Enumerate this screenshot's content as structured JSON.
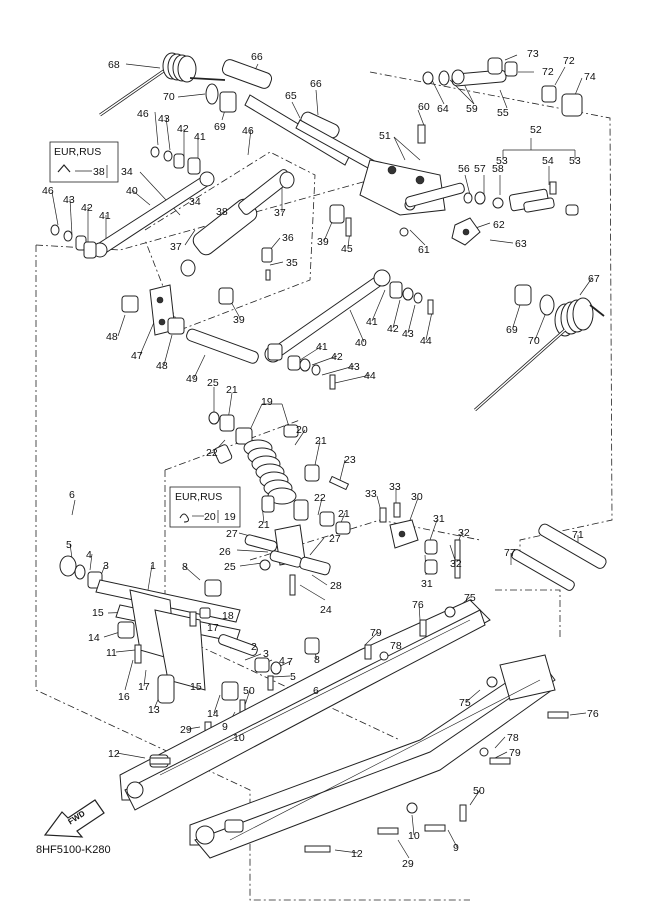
{
  "diagram_code": "8HF5100-K280",
  "fwd_badge": "FWD",
  "box_top_left": {
    "region": "EUR,RUS",
    "ref_a": "38",
    "ref_b": "34"
  },
  "box_mid": {
    "region": "EUR,RUS",
    "ref_a": "20",
    "ref_b": "19"
  },
  "callouts": [
    {
      "id": "c68a",
      "text": "68"
    },
    {
      "id": "c66a",
      "text": "66"
    },
    {
      "id": "c66b",
      "text": "66"
    },
    {
      "id": "c70a",
      "text": "70"
    },
    {
      "id": "c69a",
      "text": "69"
    },
    {
      "id": "c65",
      "text": "65"
    },
    {
      "id": "c73",
      "text": "73"
    },
    {
      "id": "c72a",
      "text": "72"
    },
    {
      "id": "c72b",
      "text": "72"
    },
    {
      "id": "c74",
      "text": "74"
    },
    {
      "id": "c64",
      "text": "64"
    },
    {
      "id": "c59",
      "text": "59"
    },
    {
      "id": "c55",
      "text": "55"
    },
    {
      "id": "c60",
      "text": "60"
    },
    {
      "id": "c51",
      "text": "51"
    },
    {
      "id": "c52",
      "text": "52"
    },
    {
      "id": "c53a",
      "text": "53"
    },
    {
      "id": "c53b",
      "text": "53"
    },
    {
      "id": "c54",
      "text": "54"
    },
    {
      "id": "c56",
      "text": "56"
    },
    {
      "id": "c57",
      "text": "57"
    },
    {
      "id": "c58",
      "text": "58"
    },
    {
      "id": "c62",
      "text": "62"
    },
    {
      "id": "c63",
      "text": "63"
    },
    {
      "id": "c61",
      "text": "61"
    },
    {
      "id": "c46a",
      "text": "46"
    },
    {
      "id": "c43a",
      "text": "43"
    },
    {
      "id": "c42a",
      "text": "42"
    },
    {
      "id": "c41a",
      "text": "41"
    },
    {
      "id": "c46b",
      "text": "46"
    },
    {
      "id": "c46c",
      "text": "46"
    },
    {
      "id": "c43b",
      "text": "43"
    },
    {
      "id": "c42b",
      "text": "42"
    },
    {
      "id": "c41b",
      "text": "41"
    },
    {
      "id": "c40a",
      "text": "40"
    },
    {
      "id": "c34",
      "text": "34"
    },
    {
      "id": "c38",
      "text": "38"
    },
    {
      "id": "c37a",
      "text": "37"
    },
    {
      "id": "c37b",
      "text": "37"
    },
    {
      "id": "c36",
      "text": "36"
    },
    {
      "id": "c35",
      "text": "35"
    },
    {
      "id": "c39a",
      "text": "39"
    },
    {
      "id": "c39b",
      "text": "39"
    },
    {
      "id": "c45",
      "text": "45"
    },
    {
      "id": "c67",
      "text": "67"
    },
    {
      "id": "c69b",
      "text": "69"
    },
    {
      "id": "c70b",
      "text": "70"
    },
    {
      "id": "c48a",
      "text": "48"
    },
    {
      "id": "c47",
      "text": "47"
    },
    {
      "id": "c48b",
      "text": "48"
    },
    {
      "id": "c49",
      "text": "49"
    },
    {
      "id": "c40b",
      "text": "40"
    },
    {
      "id": "c41c",
      "text": "41"
    },
    {
      "id": "c42c",
      "text": "42"
    },
    {
      "id": "c43c",
      "text": "43"
    },
    {
      "id": "c44a",
      "text": "44"
    },
    {
      "id": "c41d",
      "text": "41"
    },
    {
      "id": "c42d",
      "text": "42"
    },
    {
      "id": "c43d",
      "text": "43"
    },
    {
      "id": "c44b",
      "text": "44"
    },
    {
      "id": "c25a",
      "text": "25"
    },
    {
      "id": "c21a",
      "text": "21"
    },
    {
      "id": "c19",
      "text": "19"
    },
    {
      "id": "c20",
      "text": "20"
    },
    {
      "id": "c21b",
      "text": "21"
    },
    {
      "id": "c22a",
      "text": "22"
    },
    {
      "id": "c23",
      "text": "23"
    },
    {
      "id": "c6a",
      "text": "6"
    },
    {
      "id": "c22b",
      "text": "22"
    },
    {
      "id": "c21c",
      "text": "21"
    },
    {
      "id": "c21d",
      "text": "21"
    },
    {
      "id": "c33a",
      "text": "33"
    },
    {
      "id": "c33b",
      "text": "33"
    },
    {
      "id": "c30",
      "text": "30"
    },
    {
      "id": "c31a",
      "text": "31"
    },
    {
      "id": "c32a",
      "text": "32"
    },
    {
      "id": "c27a",
      "text": "27"
    },
    {
      "id": "c26",
      "text": "26"
    },
    {
      "id": "c27b",
      "text": "27"
    },
    {
      "id": "c25b",
      "text": "25"
    },
    {
      "id": "c28",
      "text": "28"
    },
    {
      "id": "c24",
      "text": "24"
    },
    {
      "id": "c31b",
      "text": "31"
    },
    {
      "id": "c32b",
      "text": "32"
    },
    {
      "id": "c71",
      "text": "71"
    },
    {
      "id": "c77",
      "text": "77"
    },
    {
      "id": "c5a",
      "text": "5"
    },
    {
      "id": "c4a",
      "text": "4"
    },
    {
      "id": "c3a",
      "text": "3"
    },
    {
      "id": "c1",
      "text": "1"
    },
    {
      "id": "c8a",
      "text": "8"
    },
    {
      "id": "c15a",
      "text": "15"
    },
    {
      "id": "c18",
      "text": "18"
    },
    {
      "id": "c17a",
      "text": "17"
    },
    {
      "id": "c14a",
      "text": "14"
    },
    {
      "id": "c11",
      "text": "11"
    },
    {
      "id": "c2",
      "text": "2"
    },
    {
      "id": "c3b",
      "text": "3"
    },
    {
      "id": "c4b",
      "text": "4"
    },
    {
      "id": "c7",
      "text": "7"
    },
    {
      "id": "c8b",
      "text": "8"
    },
    {
      "id": "c16",
      "text": "16"
    },
    {
      "id": "c17b",
      "text": "17"
    },
    {
      "id": "c15b",
      "text": "15"
    },
    {
      "id": "c13",
      "text": "13"
    },
    {
      "id": "c14b",
      "text": "14"
    },
    {
      "id": "c50a",
      "text": "50"
    },
    {
      "id": "c5b",
      "text": "5"
    },
    {
      "id": "c6b",
      "text": "6"
    },
    {
      "id": "c9a",
      "text": "9"
    },
    {
      "id": "c29a",
      "text": "29"
    },
    {
      "id": "c10a",
      "text": "10"
    },
    {
      "id": "c76a",
      "text": "76"
    },
    {
      "id": "c75a",
      "text": "75"
    },
    {
      "id": "c79a",
      "text": "79"
    },
    {
      "id": "c78a",
      "text": "78"
    },
    {
      "id": "c75b",
      "text": "75"
    },
    {
      "id": "c76b",
      "text": "76"
    },
    {
      "id": "c78b",
      "text": "78"
    },
    {
      "id": "c79b",
      "text": "79"
    },
    {
      "id": "c12a",
      "text": "12"
    },
    {
      "id": "c50b",
      "text": "50"
    },
    {
      "id": "c10b",
      "text": "10"
    },
    {
      "id": "c9b",
      "text": "9"
    },
    {
      "id": "c29b",
      "text": "29"
    },
    {
      "id": "c12b",
      "text": "12"
    }
  ]
}
